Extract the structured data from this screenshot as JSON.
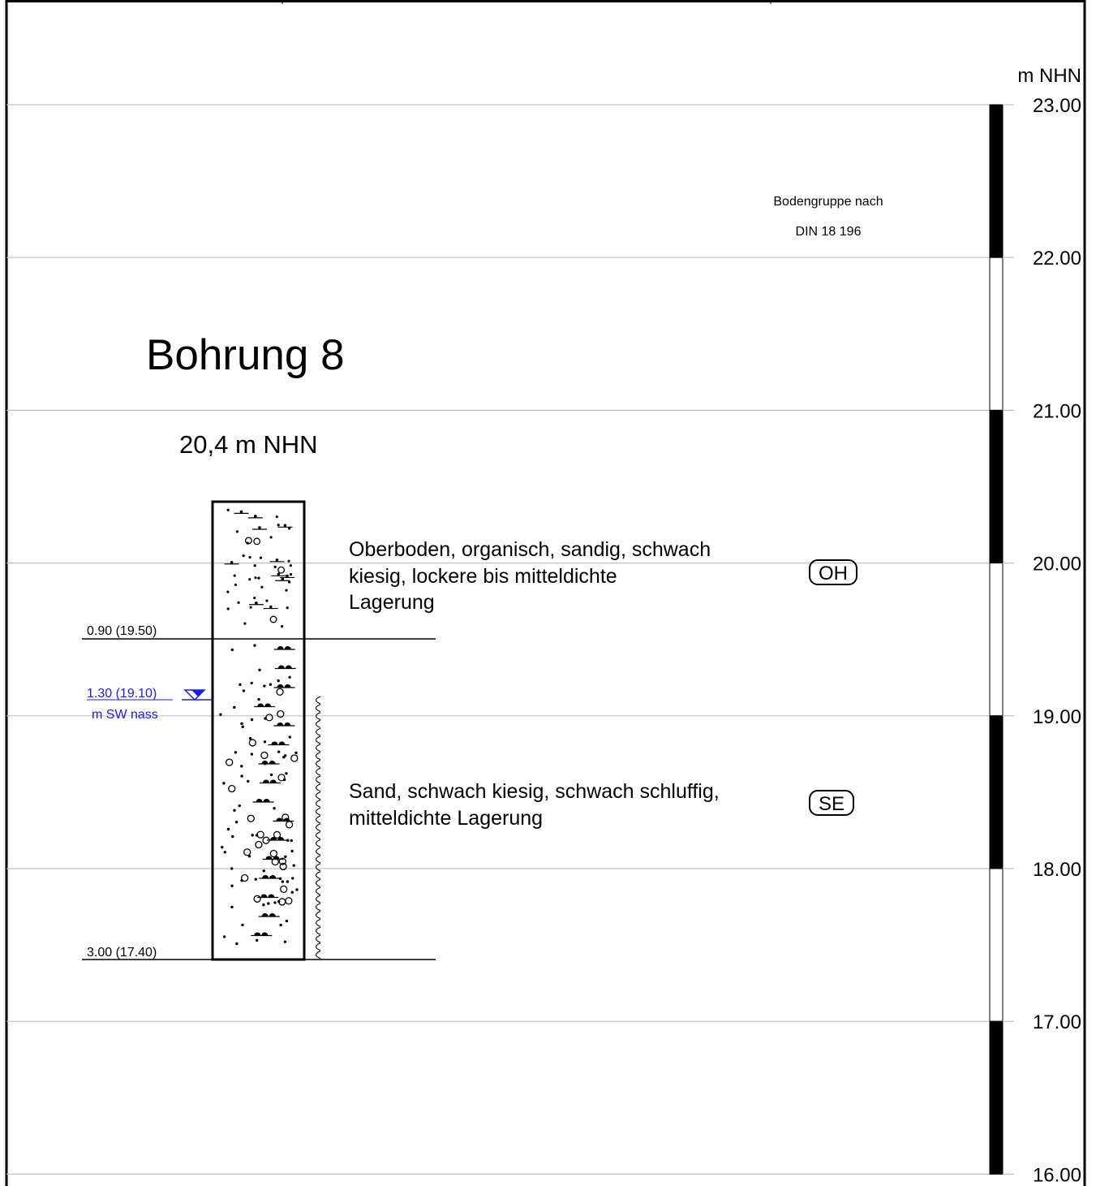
{
  "title": "Bohrung 8",
  "elevation_label": "20,4 m NHN",
  "scale_unit": "m NHN",
  "soil_group_header": {
    "line1": "Bodengruppe nach",
    "line2": "DIN 18 196"
  },
  "scale_ticks": [
    {
      "value": 23.0,
      "label": "23.00"
    },
    {
      "value": 22.0,
      "label": "22.00"
    },
    {
      "value": 21.0,
      "label": "21.00"
    },
    {
      "value": 20.0,
      "label": "20.00"
    },
    {
      "value": 19.0,
      "label": "19.00"
    },
    {
      "value": 18.0,
      "label": "18.00"
    },
    {
      "value": 17.0,
      "label": "17.00"
    },
    {
      "value": 16.0,
      "label": "16.00"
    }
  ],
  "scale_bar_segments": [
    {
      "from": 23.0,
      "to": 22.0,
      "fill": "black"
    },
    {
      "from": 22.0,
      "to": 21.0,
      "fill": "white"
    },
    {
      "from": 21.0,
      "to": 20.0,
      "fill": "black"
    },
    {
      "from": 20.0,
      "to": 19.0,
      "fill": "white"
    },
    {
      "from": 19.0,
      "to": 18.0,
      "fill": "black"
    },
    {
      "from": 18.0,
      "to": 17.0,
      "fill": "white"
    },
    {
      "from": 17.0,
      "to": 16.0,
      "fill": "black"
    }
  ],
  "boring": {
    "top_elevation": 20.4,
    "layers": [
      {
        "top_depth": 0.0,
        "bottom_depth": 0.9,
        "bottom_label": "0.90 (19.50)",
        "description": [
          "Oberboden, organisch, sandig, schwach",
          "kiesig, lockere bis mitteldichte",
          "Lagerung"
        ],
        "soil_group": "OH",
        "hatch": "topsoil"
      },
      {
        "top_depth": 0.9,
        "bottom_depth": 3.0,
        "bottom_label": "3.00 (17.40)",
        "description": [
          "Sand, schwach kiesig, schwach schluffig,",
          "mitteldichte Lagerung"
        ],
        "soil_group": "SE",
        "hatch": "sand",
        "wet_marker": true
      }
    ],
    "groundwater": {
      "depth": 1.3,
      "label": "1.30 (19.10)",
      "note": "m SW nass"
    }
  },
  "colors": {
    "line": "#000000",
    "grid": "#c0c0c0",
    "groundwater": "#1a1aff"
  }
}
